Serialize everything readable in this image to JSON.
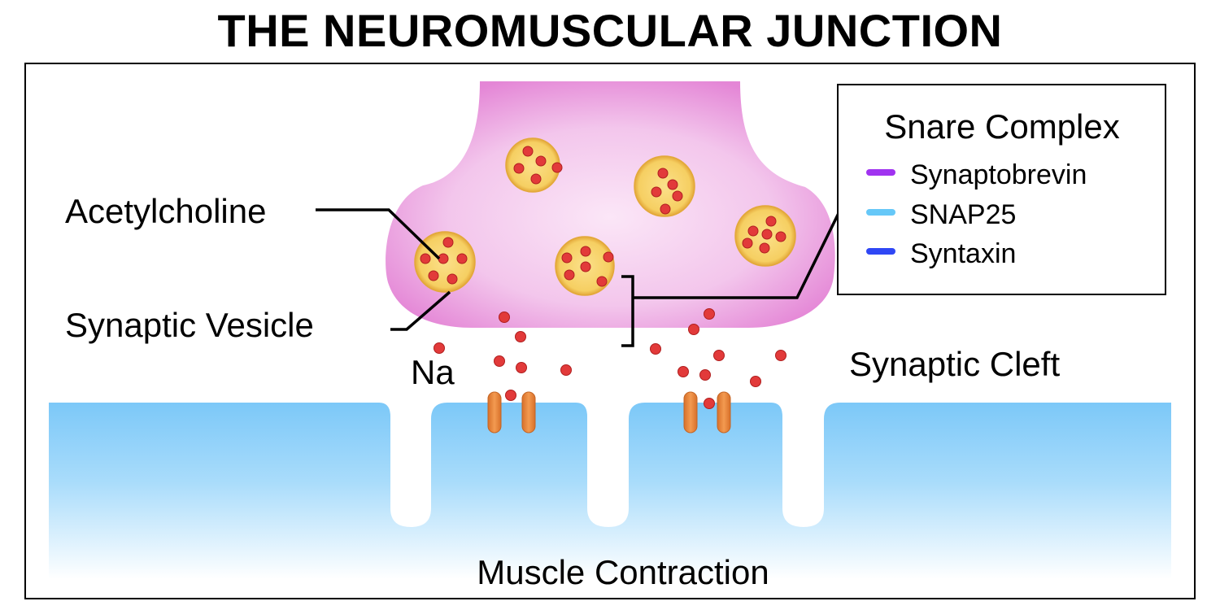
{
  "title": "THE NEUROMUSCULAR JUNCTION",
  "labels": {
    "acetylcholine": "Acetylcholine",
    "synaptic_vesicle": "Synaptic Vesicle",
    "na": "Na",
    "synaptic_cleft": "Synaptic Cleft",
    "muscle_contraction": "Muscle Contraction"
  },
  "legend": {
    "title": "Snare Complex",
    "items": [
      {
        "label": "Synaptobrevin",
        "color": "#a033f0"
      },
      {
        "label": "SNAP25",
        "color": "#66c8f8"
      },
      {
        "label": "Syntaxin",
        "color": "#2f47f5"
      }
    ]
  },
  "colors": {
    "terminal": "#f2c8ea",
    "terminal_edge": "#e07ed0",
    "vesicle": "#f6cf62",
    "acetylcholine_dot": "#e23a3a",
    "muscle": "#7cc8f8",
    "receptor": "#ee8a3c"
  }
}
